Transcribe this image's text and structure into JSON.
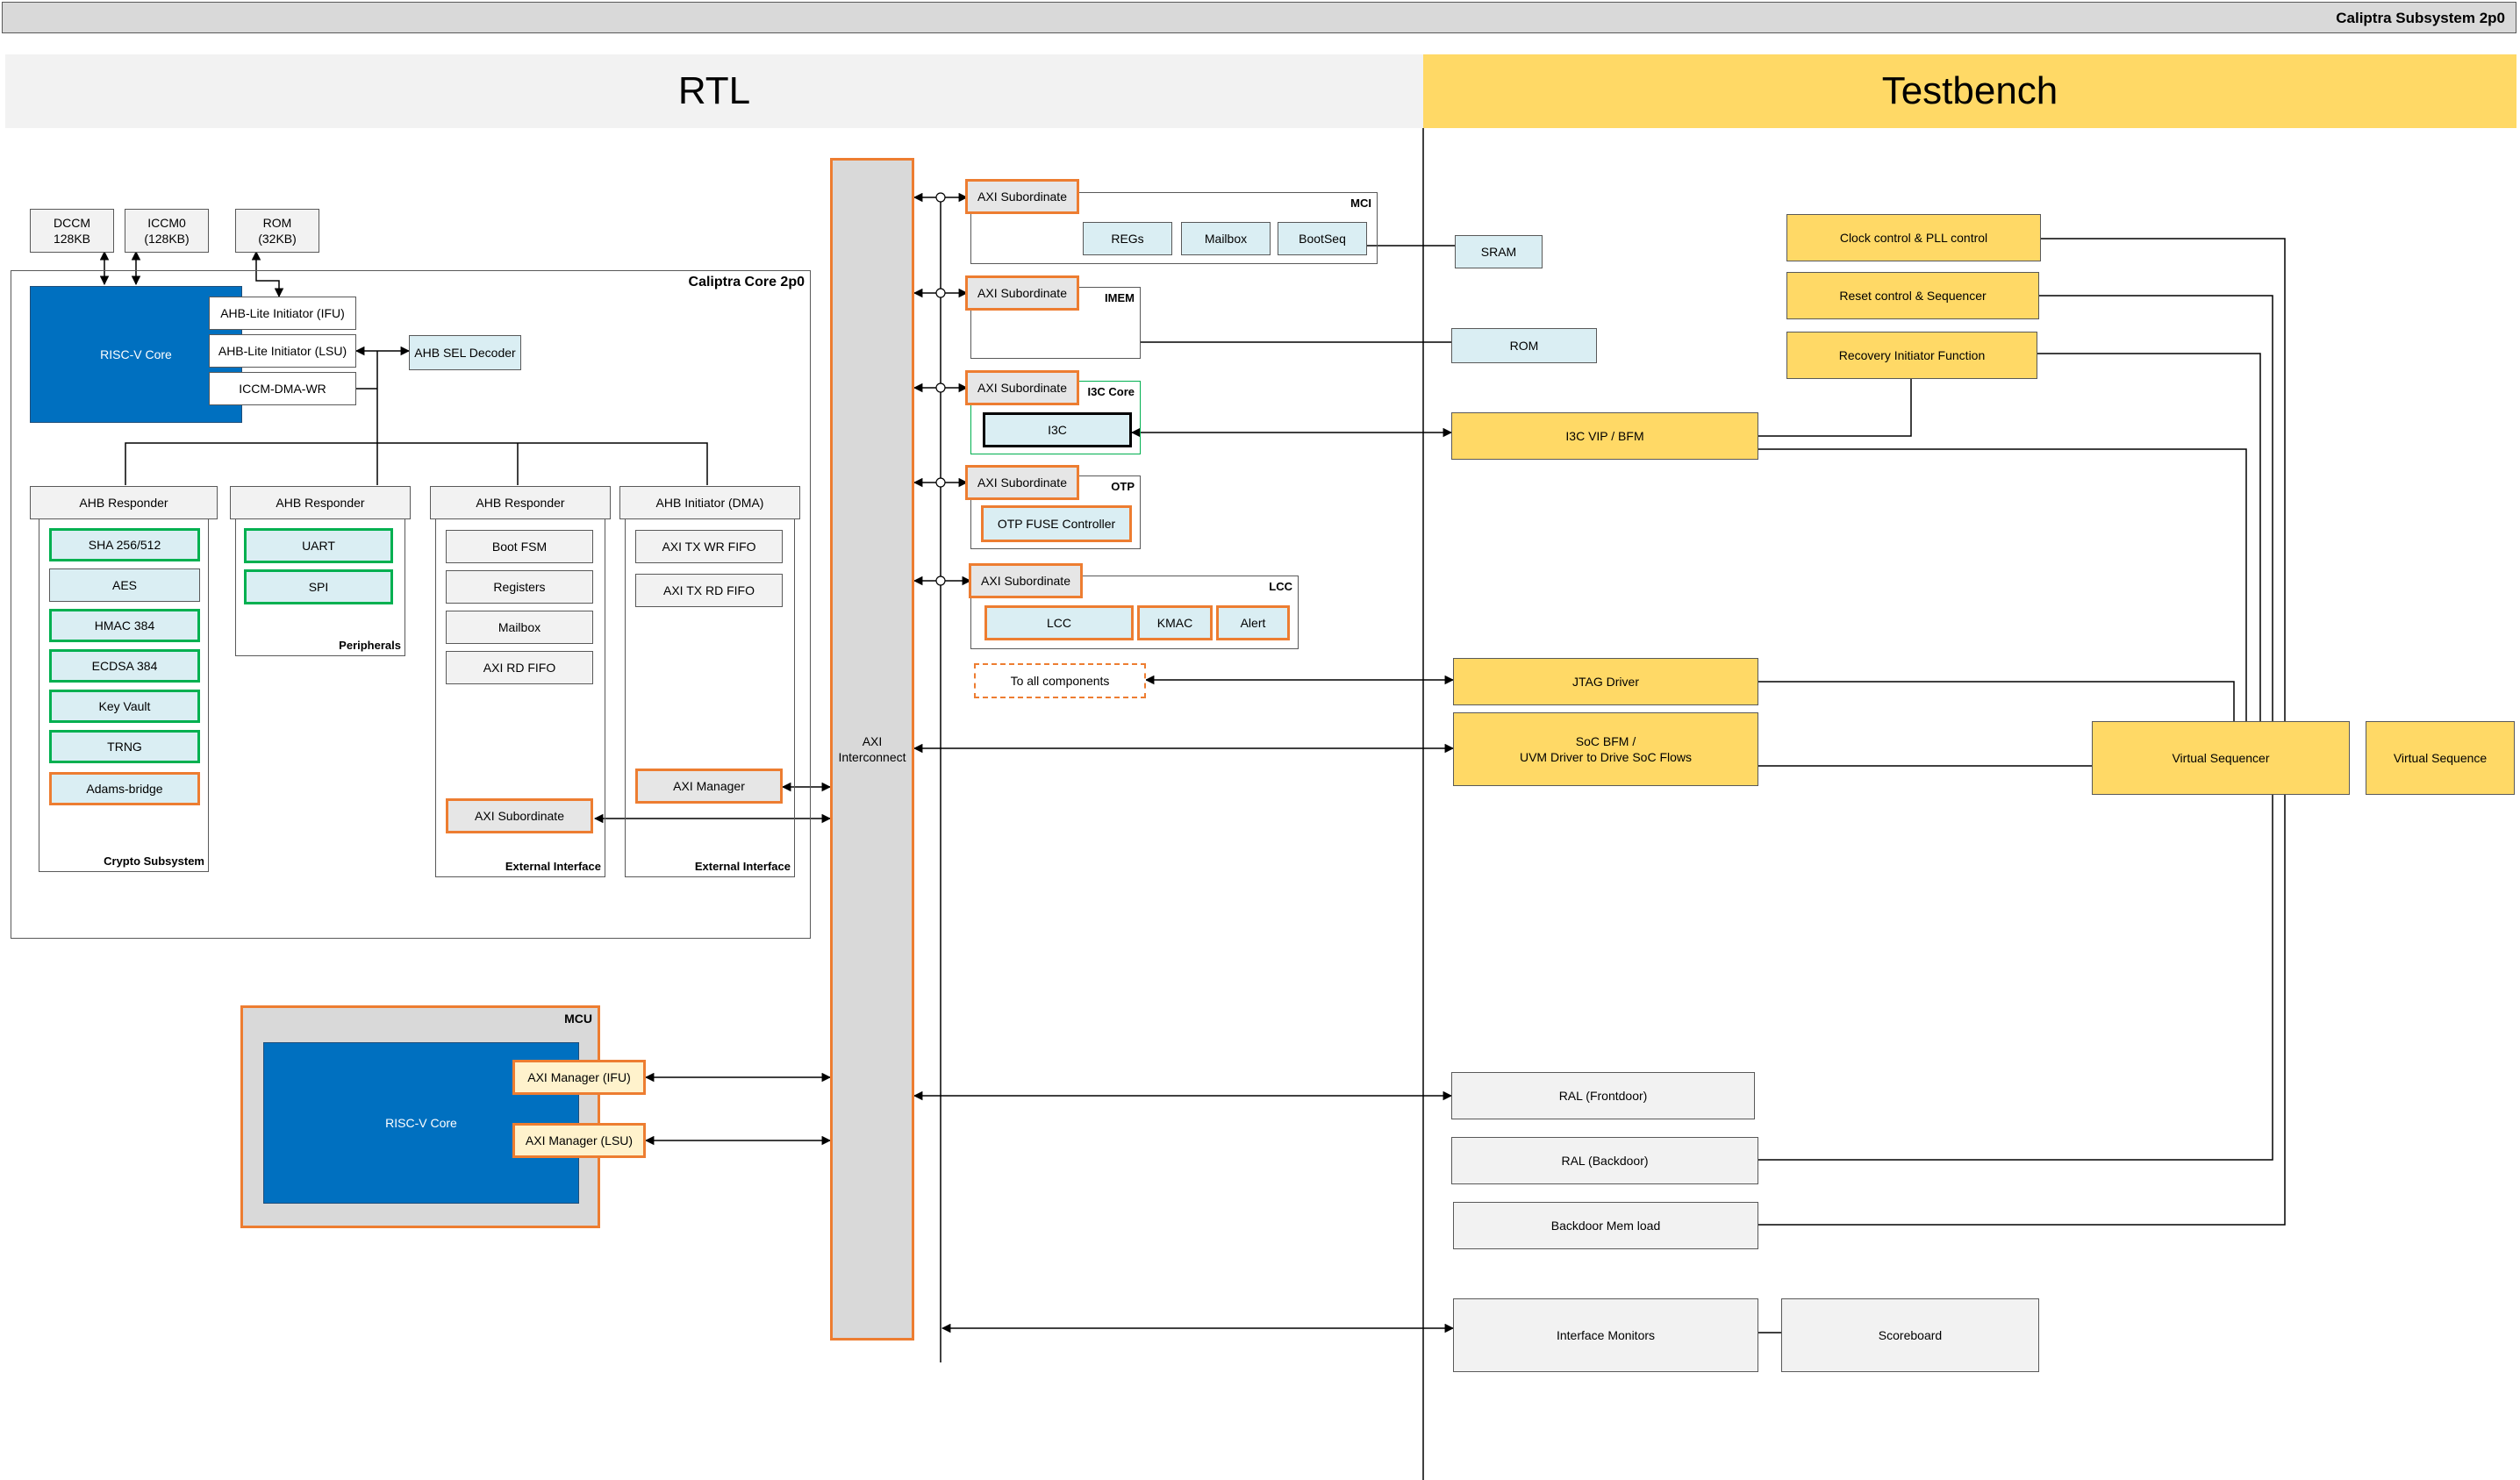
{
  "title": "Caliptra Subsystem 2p0",
  "sections": {
    "rtl": "RTL",
    "testbench": "Testbench"
  },
  "memories": {
    "dccm": "DCCM\n128KB",
    "iccm": "ICCM0\n(128KB)",
    "rom": "ROM\n(32KB)"
  },
  "core": {
    "title": "Caliptra Core 2p0",
    "riscv": "RISC-V Core",
    "ifu": "AHB-Lite Initiator (IFU)",
    "lsu": "AHB-Lite Initiator (LSU)",
    "dma_wr": "ICCM-DMA-WR",
    "sel_decoder": "AHB SEL Decoder",
    "crypto_responder": "AHB Responder",
    "crypto_items": [
      "SHA 256/512",
      "AES",
      "HMAC 384",
      "ECDSA 384",
      "Key Vault",
      "TRNG",
      "Adams-bridge"
    ],
    "crypto_caption": "Crypto Subsystem",
    "periph_responder": "AHB Responder",
    "periph_items": [
      "UART",
      "SPI"
    ],
    "periph_caption": "Peripherals",
    "ext_responder": "AHB Responder",
    "ext_items": [
      "Boot FSM",
      "Registers",
      "Mailbox",
      "AXI RD FIFO"
    ],
    "ext_subordinate": "AXI Subordinate",
    "ext_caption": "External Interface",
    "dma_initiator": "AHB Initiator (DMA)",
    "dma_items": [
      "AXI TX WR FIFO",
      "AXI TX RD FIFO"
    ],
    "dma_manager": "AXI Manager",
    "dma_caption": "External Interface"
  },
  "mcu": {
    "title": "MCU",
    "riscv": "RISC-V Core",
    "ifu": "AXI Manager (IFU)",
    "lsu": "AXI Manager (LSU)"
  },
  "interconnect": "AXI\nInterconnect",
  "mci": {
    "title": "MCI",
    "subordinate": "AXI Subordinate",
    "items": [
      "REGs",
      "Mailbox",
      "BootSeq"
    ]
  },
  "imem": {
    "title": "IMEM",
    "subordinate": "AXI Subordinate"
  },
  "i3c": {
    "title": "I3C Core",
    "subordinate": "AXI Subordinate",
    "core": "I3C"
  },
  "otp": {
    "title": "OTP",
    "subordinate": "AXI Subordinate",
    "fuse": "OTP FUSE Controller"
  },
  "lcc": {
    "title": "LCC",
    "subordinate": "AXI Subordinate",
    "items": [
      "LCC",
      "KMAC",
      "Alert"
    ]
  },
  "to_all": "To all components",
  "testbench": {
    "sram": "SRAM",
    "rom": "ROM",
    "clock": "Clock control & PLL control",
    "reset": "Reset control & Sequencer",
    "recovery": "Recovery Initiator Function",
    "i3c_vip": "I3C VIP / BFM",
    "jtag": "JTAG Driver",
    "soc_bfm": "SoC BFM /\nUVM Driver to Drive SoC Flows",
    "virtual_sequencer": "Virtual Sequencer",
    "virtual_sequence": "Virtual Sequence",
    "ral_front": "RAL (Frontdoor)",
    "ral_back": "RAL (Backdoor)",
    "backdoor_mem": "Backdoor Mem load",
    "monitors": "Interface Monitors",
    "scoreboard": "Scoreboard"
  },
  "colors": {
    "header_gray": "#f2f2f2",
    "header_yellow": "#ffd966",
    "riscv_blue": "#0070c0",
    "accent_orange": "#ed7d31",
    "crypto_green": "#00b050",
    "interconnect": "#d9d9d9"
  }
}
